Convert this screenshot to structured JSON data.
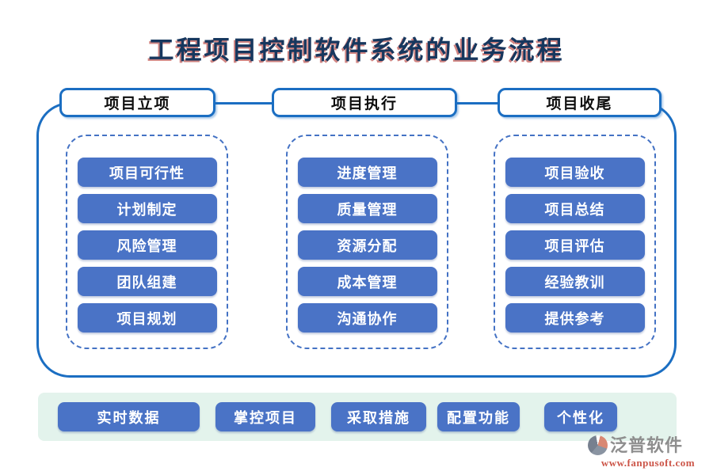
{
  "title": "工程项目控制软件系统的业务流程",
  "flow": {
    "stages": [
      {
        "label": "项目立项",
        "items": [
          "项目可行性",
          "计划制定",
          "风险管理",
          "团队组建",
          "项目规划"
        ]
      },
      {
        "label": "项目执行",
        "items": [
          "进度管理",
          "质量管理",
          "资源分配",
          "成本管理",
          "沟通协作"
        ]
      },
      {
        "label": "项目收尾",
        "items": [
          "项目验收",
          "项目总结",
          "项目评估",
          "经验教训",
          "提供参考"
        ]
      }
    ]
  },
  "footer": {
    "buttons": [
      "实时数据",
      "掌控项目",
      "采取措施",
      "配置功能",
      "个性化"
    ]
  },
  "brand": {
    "name": "泛普软件",
    "url": "www.fanpusoft.com",
    "logo_icon": "fanpu-logo-icon"
  },
  "colors": {
    "node_blue": "#4a73c6",
    "border_blue": "#1b6ec2",
    "dashed_blue": "#4472c4",
    "footer_bg": "#e3f3ec",
    "title_blue": "#17375e",
    "title_shadow_red": "#b8433f",
    "brand_gray": "#8e8e8e",
    "brand_red": "#cc5548"
  }
}
